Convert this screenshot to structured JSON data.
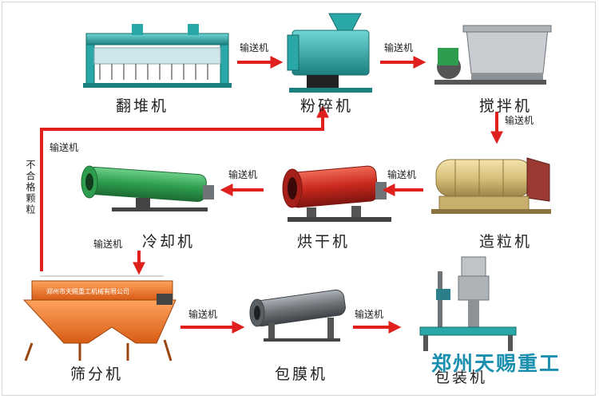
{
  "machines": {
    "turner": "翻堆机",
    "crusher": "粉碎机",
    "mixer": "搅拌机",
    "granulator": "造粒机",
    "dryer": "烘干机",
    "cooler": "冷却机",
    "screener": "筛分机",
    "coater": "包膜机",
    "packer": "包装机"
  },
  "conveyor_label": "输送机",
  "return_label": "不合格颗粒",
  "watermark": "郑州天赐重工",
  "plate_text": "郑州市天赐重工机械有限公司",
  "colors": {
    "arrow": "#e0201c",
    "teal": "#2aa7a7",
    "green": "#2e9e4e",
    "red_drum": "#c8281e",
    "orange": "#f07a2a",
    "grey": "#6e7378",
    "tan": "#d9c07a",
    "watermark": "#1a8fb0"
  }
}
